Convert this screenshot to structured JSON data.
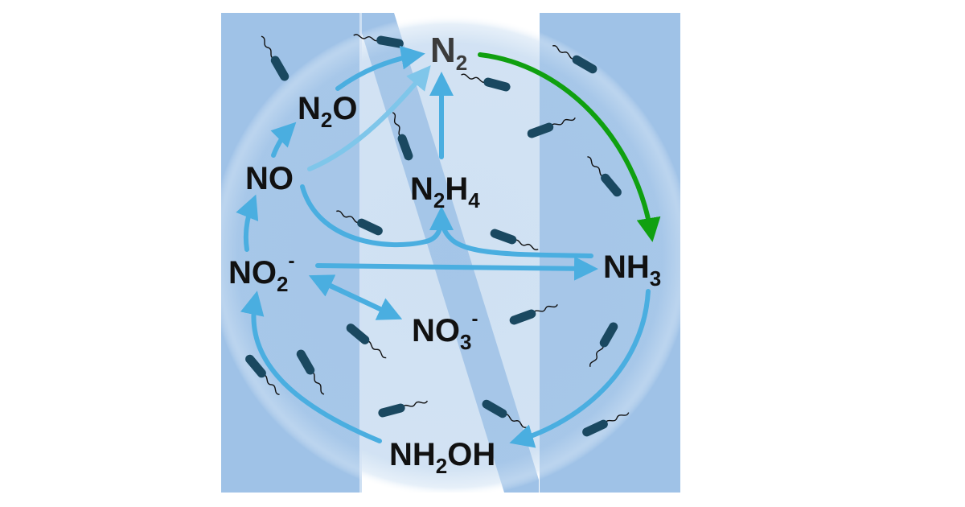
{
  "colors": {
    "panel": "#9fc2e7",
    "glow": "#c3d8ee",
    "arrow_blue": "#4aaee0",
    "arrow_light": "#7fc6ea",
    "arrow_green": "#10a010",
    "bacteria_body": "#1a4860",
    "tail": "#111111",
    "text": "#111111",
    "n2_text": "#3b3b3b"
  },
  "species": {
    "n2": {
      "main": "N",
      "sub": "2",
      "tail": ""
    },
    "n2o": {
      "main": "N",
      "sub": "2",
      "tail": "O"
    },
    "no": {
      "main": "NO"
    },
    "n2h4": {
      "main": "N",
      "sub": "2",
      "mid": "H",
      "sub2": "4"
    },
    "no2": {
      "main": "NO",
      "sub": "2",
      "sup": "-"
    },
    "nh3": {
      "main": "NH",
      "sub": "3"
    },
    "no3": {
      "main": "NO",
      "sub": "3",
      "sup": "-"
    },
    "nh2oh": {
      "main": "NH",
      "sub": "2",
      "tail": "OH"
    }
  },
  "icons": {
    "bacterium": "bacterium-icon"
  }
}
